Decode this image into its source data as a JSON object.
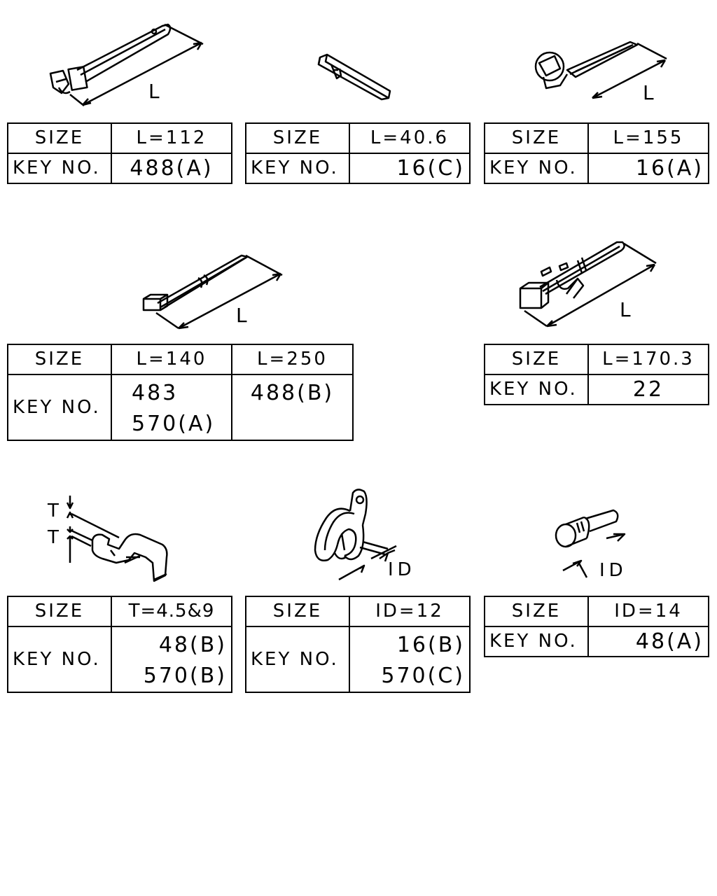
{
  "parts": [
    {
      "id": "p1",
      "size_label": "SIZE",
      "key_label": "KEY NO.",
      "dim_symbol": "L",
      "sizes": [
        "L=112"
      ],
      "keys": [
        [
          "488(A)"
        ]
      ]
    },
    {
      "id": "p2",
      "size_label": "SIZE",
      "key_label": "KEY NO.",
      "dim_symbol": "",
      "sizes": [
        "L=40.6"
      ],
      "keys": [
        [
          "16(C)"
        ]
      ]
    },
    {
      "id": "p3",
      "size_label": "SIZE",
      "key_label": "KEY NO.",
      "dim_symbol": "L",
      "sizes": [
        "L=155"
      ],
      "keys": [
        [
          "16(A)"
        ]
      ]
    },
    {
      "id": "p4",
      "size_label": "SIZE",
      "key_label": "KEY NO.",
      "dim_symbol": "L",
      "sizes": [
        "L=140",
        "L=250"
      ],
      "keys": [
        [
          "483",
          "570(A)"
        ],
        [
          "488(B)"
        ]
      ]
    },
    {
      "id": "p5",
      "size_label": "SIZE",
      "key_label": "KEY NO.",
      "dim_symbol": "L",
      "sizes": [
        "L=170.3"
      ],
      "keys": [
        [
          "22"
        ]
      ]
    },
    {
      "id": "p6",
      "size_label": "SIZE",
      "key_label": "KEY NO.",
      "dim_symbol": "T",
      "sizes": [
        "T=4.5&9"
      ],
      "keys": [
        [
          "48(B)",
          "570(B)"
        ]
      ]
    },
    {
      "id": "p7",
      "size_label": "SIZE",
      "key_label": "KEY NO.",
      "dim_symbol": "ID",
      "sizes": [
        "ID=12"
      ],
      "keys": [
        [
          "16(B)",
          "570(C)"
        ]
      ]
    },
    {
      "id": "p8",
      "size_label": "SIZE",
      "key_label": "KEY NO.",
      "dim_symbol": "ID",
      "sizes": [
        "ID=14"
      ],
      "keys": [
        [
          "48(A)"
        ]
      ]
    }
  ]
}
